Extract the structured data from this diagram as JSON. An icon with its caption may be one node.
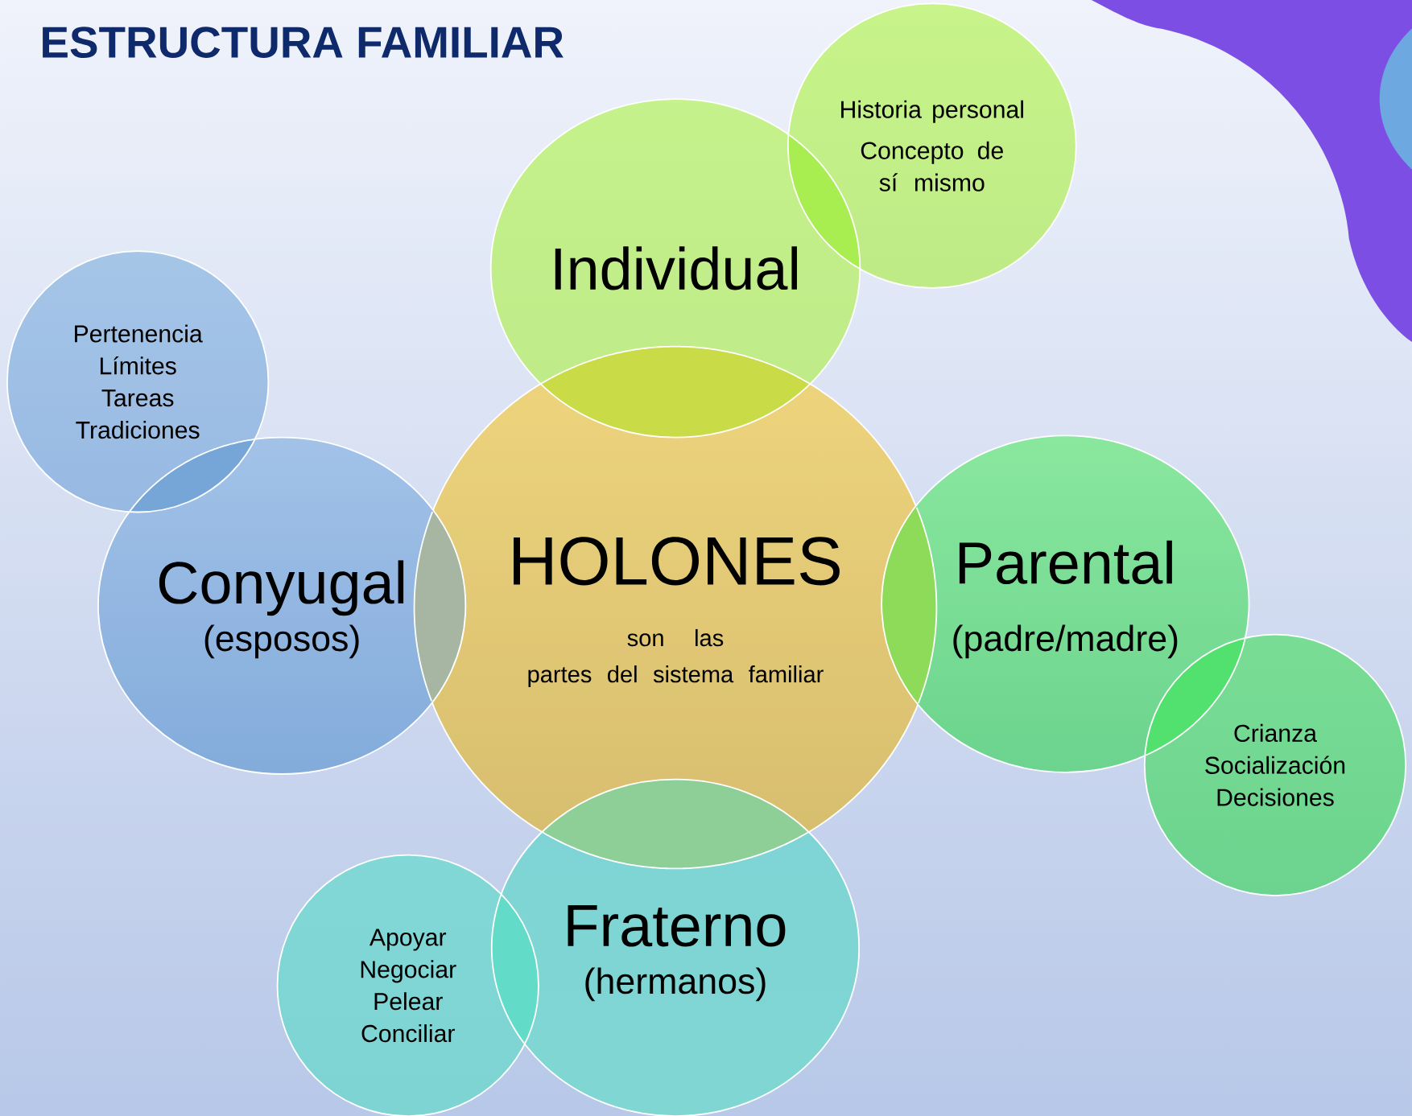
{
  "diagram": {
    "title": "ESTRUCTURA FAMILIAR",
    "nodes": [
      {
        "text": [
          "HOLONES",
          "son las",
          "partes del sistema familiar"
        ]
      },
      {
        "text": [
          "Individual"
        ]
      },
      {
        "text": [
          "Historia personal",
          "Concepto de sí mismo"
        ]
      },
      {
        "text": [
          "Conyugal",
          "(esposos)"
        ]
      },
      {
        "text": [
          "Pertenencia",
          "Límites",
          "Tareas",
          "Tradiciones"
        ]
      },
      {
        "text": [
          "Parental",
          "(padre/madre)"
        ]
      },
      {
        "text": [
          "Crianza",
          "Socialización",
          "Decisiones"
        ]
      },
      {
        "text": [
          "Fraterno",
          "(hermanos)"
        ]
      },
      {
        "text": [
          "Apoyar",
          "Negociar",
          "Pelear",
          "Conciliar"
        ]
      }
    ]
  }
}
